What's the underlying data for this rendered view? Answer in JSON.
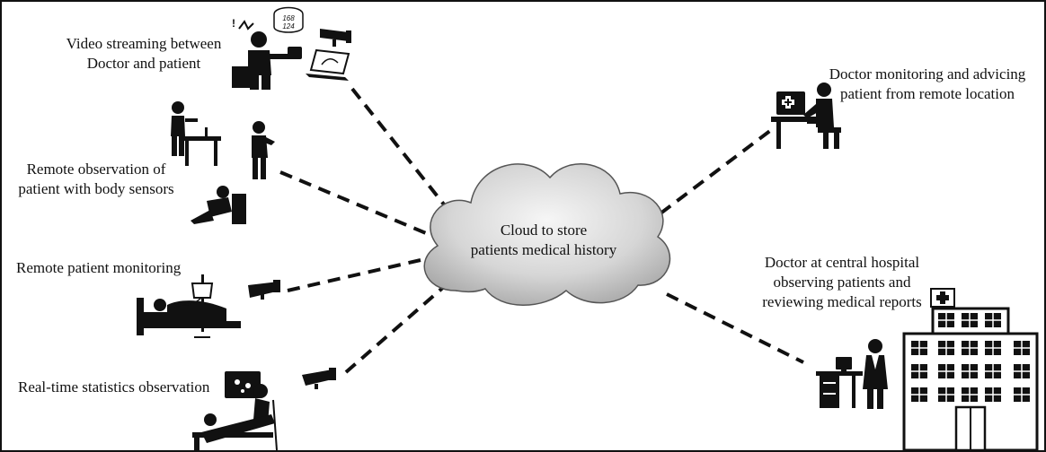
{
  "cloud": {
    "line1": "Cloud to store",
    "line2": "patients medical history"
  },
  "nodes": {
    "video": {
      "line1": "Video streaming between",
      "line2": "Doctor and patient"
    },
    "sensors": {
      "line1": "Remote observation of",
      "line2": "patient with body sensors"
    },
    "monitoring": {
      "line1": "Remote patient monitoring"
    },
    "statistics": {
      "line1": "Real-time statistics observation"
    },
    "advising": {
      "line1": "Doctor monitoring and advicing",
      "line2": "patient from remote location"
    },
    "hospital": {
      "line1": "Doctor at central hospital",
      "line2": "observing patients and",
      "line3": "reviewing medical reports"
    }
  },
  "monitor_readout": {
    "top": "168",
    "bottom": "124"
  }
}
